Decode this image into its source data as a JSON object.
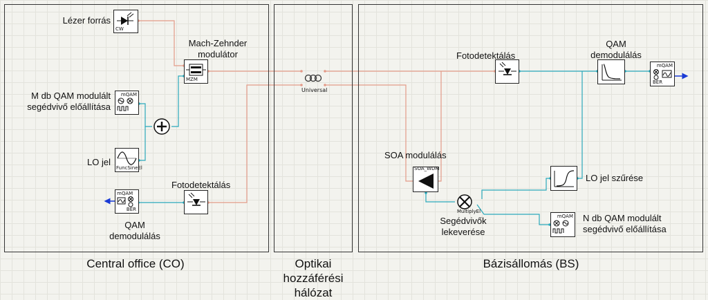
{
  "colors": {
    "optical_wire": "#e39a88",
    "electrical_wire": "#2aa9bb",
    "output_arrow": "#1a3bd6",
    "border": "#333333"
  },
  "regions": {
    "co": {
      "title": "Central office (CO)"
    },
    "oan": {
      "title": "Optikai\nhozzáférési\nhálózat"
    },
    "bs": {
      "title": "Bázisállomás (BS)"
    }
  },
  "labels": {
    "laser_source": "Lézer forrás",
    "mzm": "Mach-Zehnder\nmodulátor",
    "m_qam_gen": "M db QAM modulált\nsegédvivő előállítása",
    "lo_signal": "LO jel",
    "co_photodetect": "Fotodetektálás",
    "co_qam_demod": "QAM\ndemodulálás",
    "bs_photodetect": "Fotodetektálás",
    "bs_qam_demod": "QAM\ndemodulálás",
    "soa_mod": "SOA modulálás",
    "lo_filter": "LO jel szűrése",
    "subcarrier_mix": "Segédvivők\nlekeverése",
    "n_qam_gen": "N db QAM modulált\nsegédvivő előállítása"
  },
  "component_tags": {
    "cw": "CW",
    "mzm": "MZM",
    "mqam": "mQAM",
    "func_sine": "FuncSineEl",
    "ber": "BER",
    "universal": "Universal",
    "soa_wdm": "SOA_WDM",
    "multiply": "MultiplyEl"
  },
  "icons": {
    "laser": "laser-diode-icon",
    "mzm": "mach-zehnder-modulator-icon",
    "qam_tx": "qam-transmitter-icon",
    "sine": "sine-generator-icon",
    "adder": "adder-icon",
    "photodiode": "photodiode-icon",
    "qam_rx": "qam-receiver-ber-icon",
    "fiber": "fiber-spool-icon",
    "filter_lp": "lowpass-filter-icon",
    "filter_bp": "bandpass-filter-icon",
    "soa": "soa-amplifier-icon",
    "mixer": "multiplier-icon"
  }
}
